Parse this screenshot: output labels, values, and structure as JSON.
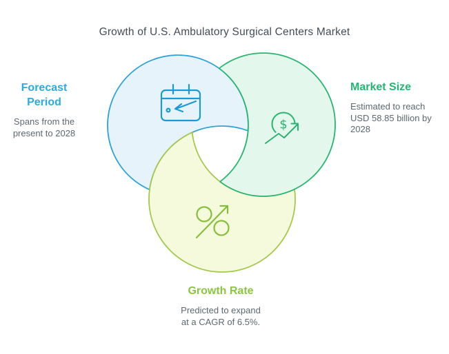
{
  "title": "Growth of U.S. Ambulatory Surgical Centers Market",
  "diagram_type": "three-interlocking-circles-venn",
  "text_colors": {
    "title": "#414D56",
    "body": "#5C6870"
  },
  "nodes": [
    {
      "id": "forecast-period",
      "label": "Forecast Period",
      "label_lines": [
        "Forecast",
        "Period"
      ],
      "description": "Spans from the present to 2028",
      "desc_lines": [
        "Spans from the",
        "present to 2028"
      ],
      "icon": "calendar-icon",
      "accent": "#29ABE2",
      "circle_fill": "#E7F3FB",
      "circle_stroke": "#2FA3D9",
      "icon_color": "#189AD6"
    },
    {
      "id": "market-size",
      "label": "Market Size",
      "label_lines": [
        "Market Size"
      ],
      "description": "Estimated to reach USD 58.85 billion by 2028",
      "desc_lines": [
        "Estimated to reach",
        "USD 58.85 billion by",
        "2028"
      ],
      "icon": "dollar-growth-icon",
      "accent": "#22B573",
      "circle_fill": "#E4F7EC",
      "circle_stroke": "#25B56F",
      "icon_color": "#25B56F",
      "icon_glyph": "$"
    },
    {
      "id": "growth-rate",
      "label": "Growth Rate",
      "label_lines": [
        "Growth Rate"
      ],
      "description": "Predicted to expand at a CAGR of 6.5%.",
      "desc_lines": [
        "Predicted to expand",
        "at a CAGR of 6.5%."
      ],
      "icon": "percent-growth-icon",
      "accent": "#8CC63F",
      "circle_fill": "#F6FADC",
      "circle_stroke": "#A3C94C",
      "icon_color": "#86BE3C"
    }
  ]
}
